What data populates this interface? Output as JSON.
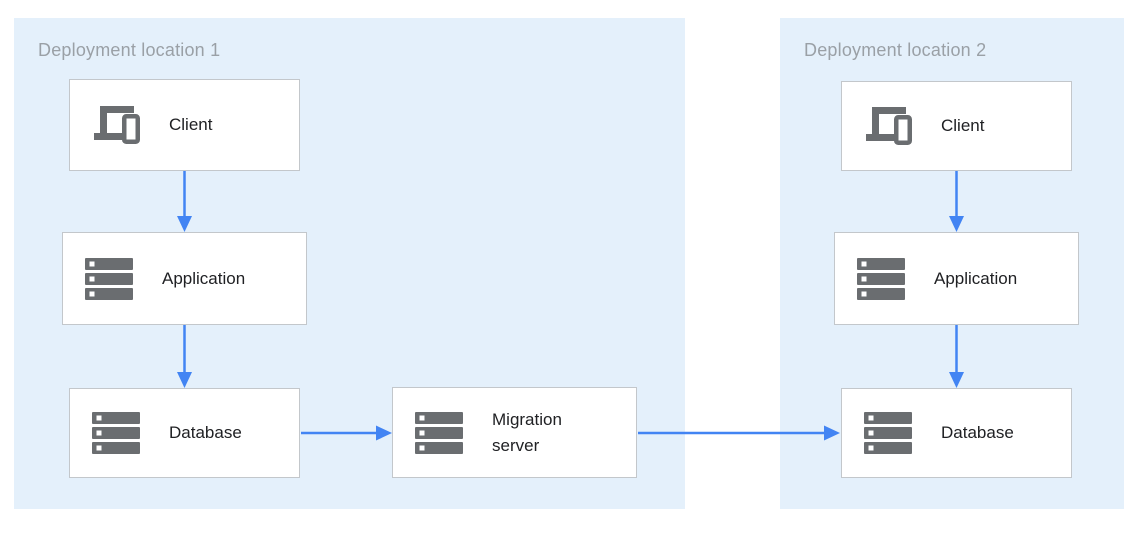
{
  "diagram": {
    "regions": [
      {
        "id": "deployment-location-1",
        "title": "Deployment location 1",
        "nodes": [
          {
            "id": "client-1",
            "label": "Client",
            "icon": "client-devices-icon"
          },
          {
            "id": "application-1",
            "label": "Application",
            "icon": "server-stack-icon"
          },
          {
            "id": "database-1",
            "label": "Database",
            "icon": "server-stack-icon"
          }
        ]
      },
      {
        "id": "deployment-location-2",
        "title": "Deployment location 2",
        "nodes": [
          {
            "id": "client-2",
            "label": "Client",
            "icon": "client-devices-icon"
          },
          {
            "id": "application-2",
            "label": "Application",
            "icon": "server-stack-icon"
          },
          {
            "id": "database-2",
            "label": "Database",
            "icon": "server-stack-icon"
          }
        ]
      }
    ],
    "nodes_outside_regions": [
      {
        "id": "migration-server",
        "label": "Migration server",
        "icon": "server-stack-icon"
      }
    ],
    "edges": [
      {
        "from": "client-1",
        "to": "application-1"
      },
      {
        "from": "application-1",
        "to": "database-1"
      },
      {
        "from": "database-1",
        "to": "migration-server"
      },
      {
        "from": "migration-server",
        "to": "database-2"
      },
      {
        "from": "client-2",
        "to": "application-2"
      },
      {
        "from": "application-2",
        "to": "database-2"
      }
    ],
    "colors": {
      "region_background": "#E4F0FB",
      "node_background": "#FFFFFF",
      "node_border": "#C3C7CB",
      "region_title_text": "#9AA0A6",
      "node_label_text": "#202124",
      "icon_gray": "#6A6D70",
      "arrow_blue": "#4284F3",
      "canvas_background": "#FFFFFF"
    }
  }
}
